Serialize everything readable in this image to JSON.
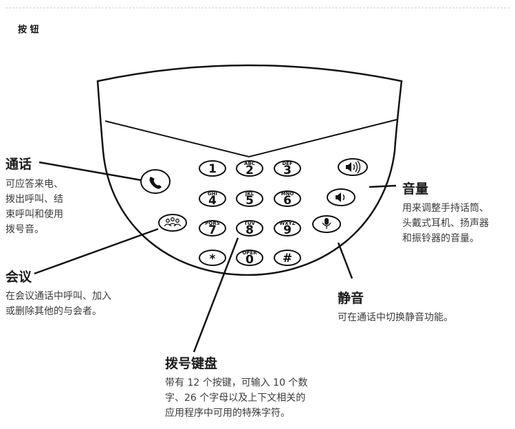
{
  "section_title": "按 钮",
  "keypad": [
    {
      "digit": "1",
      "letters": ""
    },
    {
      "digit": "2",
      "letters": "ABC"
    },
    {
      "digit": "3",
      "letters": "DEF"
    },
    {
      "digit": "4",
      "letters": "GHI"
    },
    {
      "digit": "5",
      "letters": "JKL"
    },
    {
      "digit": "6",
      "letters": "MNO"
    },
    {
      "digit": "7",
      "letters": "PQRS"
    },
    {
      "digit": "8",
      "letters": "TUV"
    },
    {
      "digit": "9",
      "letters": "WXYZ"
    },
    {
      "digit": "*",
      "letters": ""
    },
    {
      "digit": "0",
      "letters": "OPER"
    },
    {
      "digit": "#",
      "letters": ""
    }
  ],
  "callouts": {
    "call": {
      "title": "通话",
      "desc": "可应答来电、\n拨出呼叫、结\n束呼叫和使用\n拨号音。"
    },
    "conference": {
      "title": "会议",
      "desc": "在会议通话中呼叫、加入\n或删除其他的与会者。"
    },
    "volume": {
      "title": "音量",
      "desc": "用来调整手持话筒、\n头戴式耳机、扬声器\n和振铃器的音量。"
    },
    "mute": {
      "title": "静音",
      "desc": "可在通话中切换静音功能。"
    },
    "dialpad": {
      "title": "拨号键盘",
      "desc": "带有 12 个按键，可输入 10 个数\n字、26 个字母以及上下文相关的\n应用程序中可用的特殊字符。"
    }
  }
}
